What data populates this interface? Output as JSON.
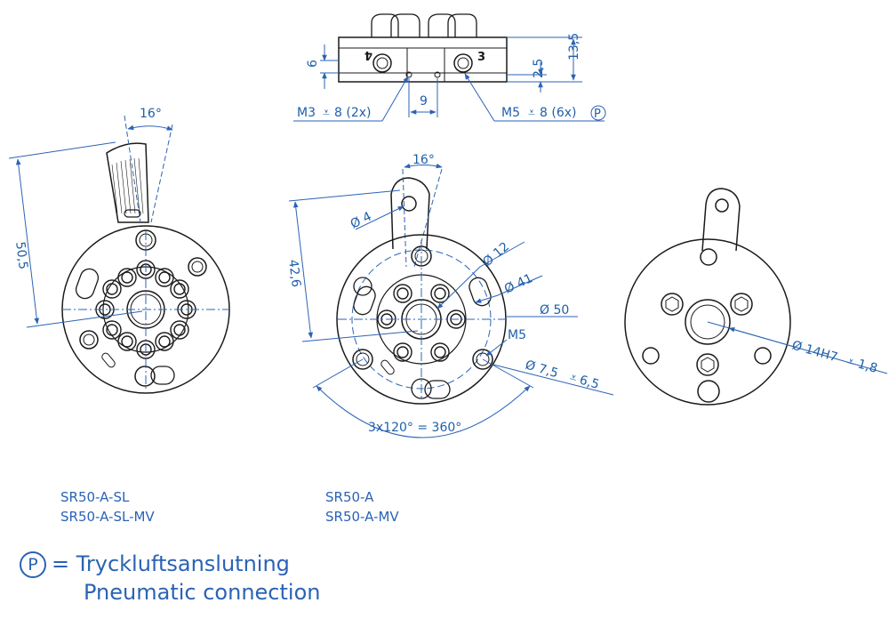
{
  "top_view": {
    "dim_6": "6",
    "dim_2_5": "2,5",
    "dim_13_5": "13,5",
    "dim_9": "9",
    "m3_label": "M3",
    "m3_depth": "8 (2x)",
    "m5_label": "M5",
    "m5_depth": "8 (6x)",
    "p_marker": "P",
    "port_left": "4",
    "port_right": "3"
  },
  "left_view": {
    "angle": "16°",
    "length": "50,5",
    "caption_line1": "SR50-A-SL",
    "caption_line2": "SR50-A-SL-MV"
  },
  "center_view": {
    "angle": "16°",
    "d4": "Ø 4",
    "d12": "Ø 12",
    "d41": "Ø 41",
    "d50": "Ø 50",
    "m5": "M5",
    "d75": "Ø 7,5",
    "d75_depth": "6,5",
    "length": "42,6",
    "arc": "3x120° = 360°",
    "caption_line1": "SR50-A",
    "caption_line2": "SR50-A-MV"
  },
  "right_view": {
    "bore": "Ø 14H7",
    "bore_depth": "1,8"
  },
  "legend": {
    "symbol": "P",
    "line1": "= Tryckluftsanslutning",
    "line2": "Pneumatic connection"
  },
  "colors": {
    "dimension": "#2b63b5",
    "outline": "#1a1a1a"
  }
}
